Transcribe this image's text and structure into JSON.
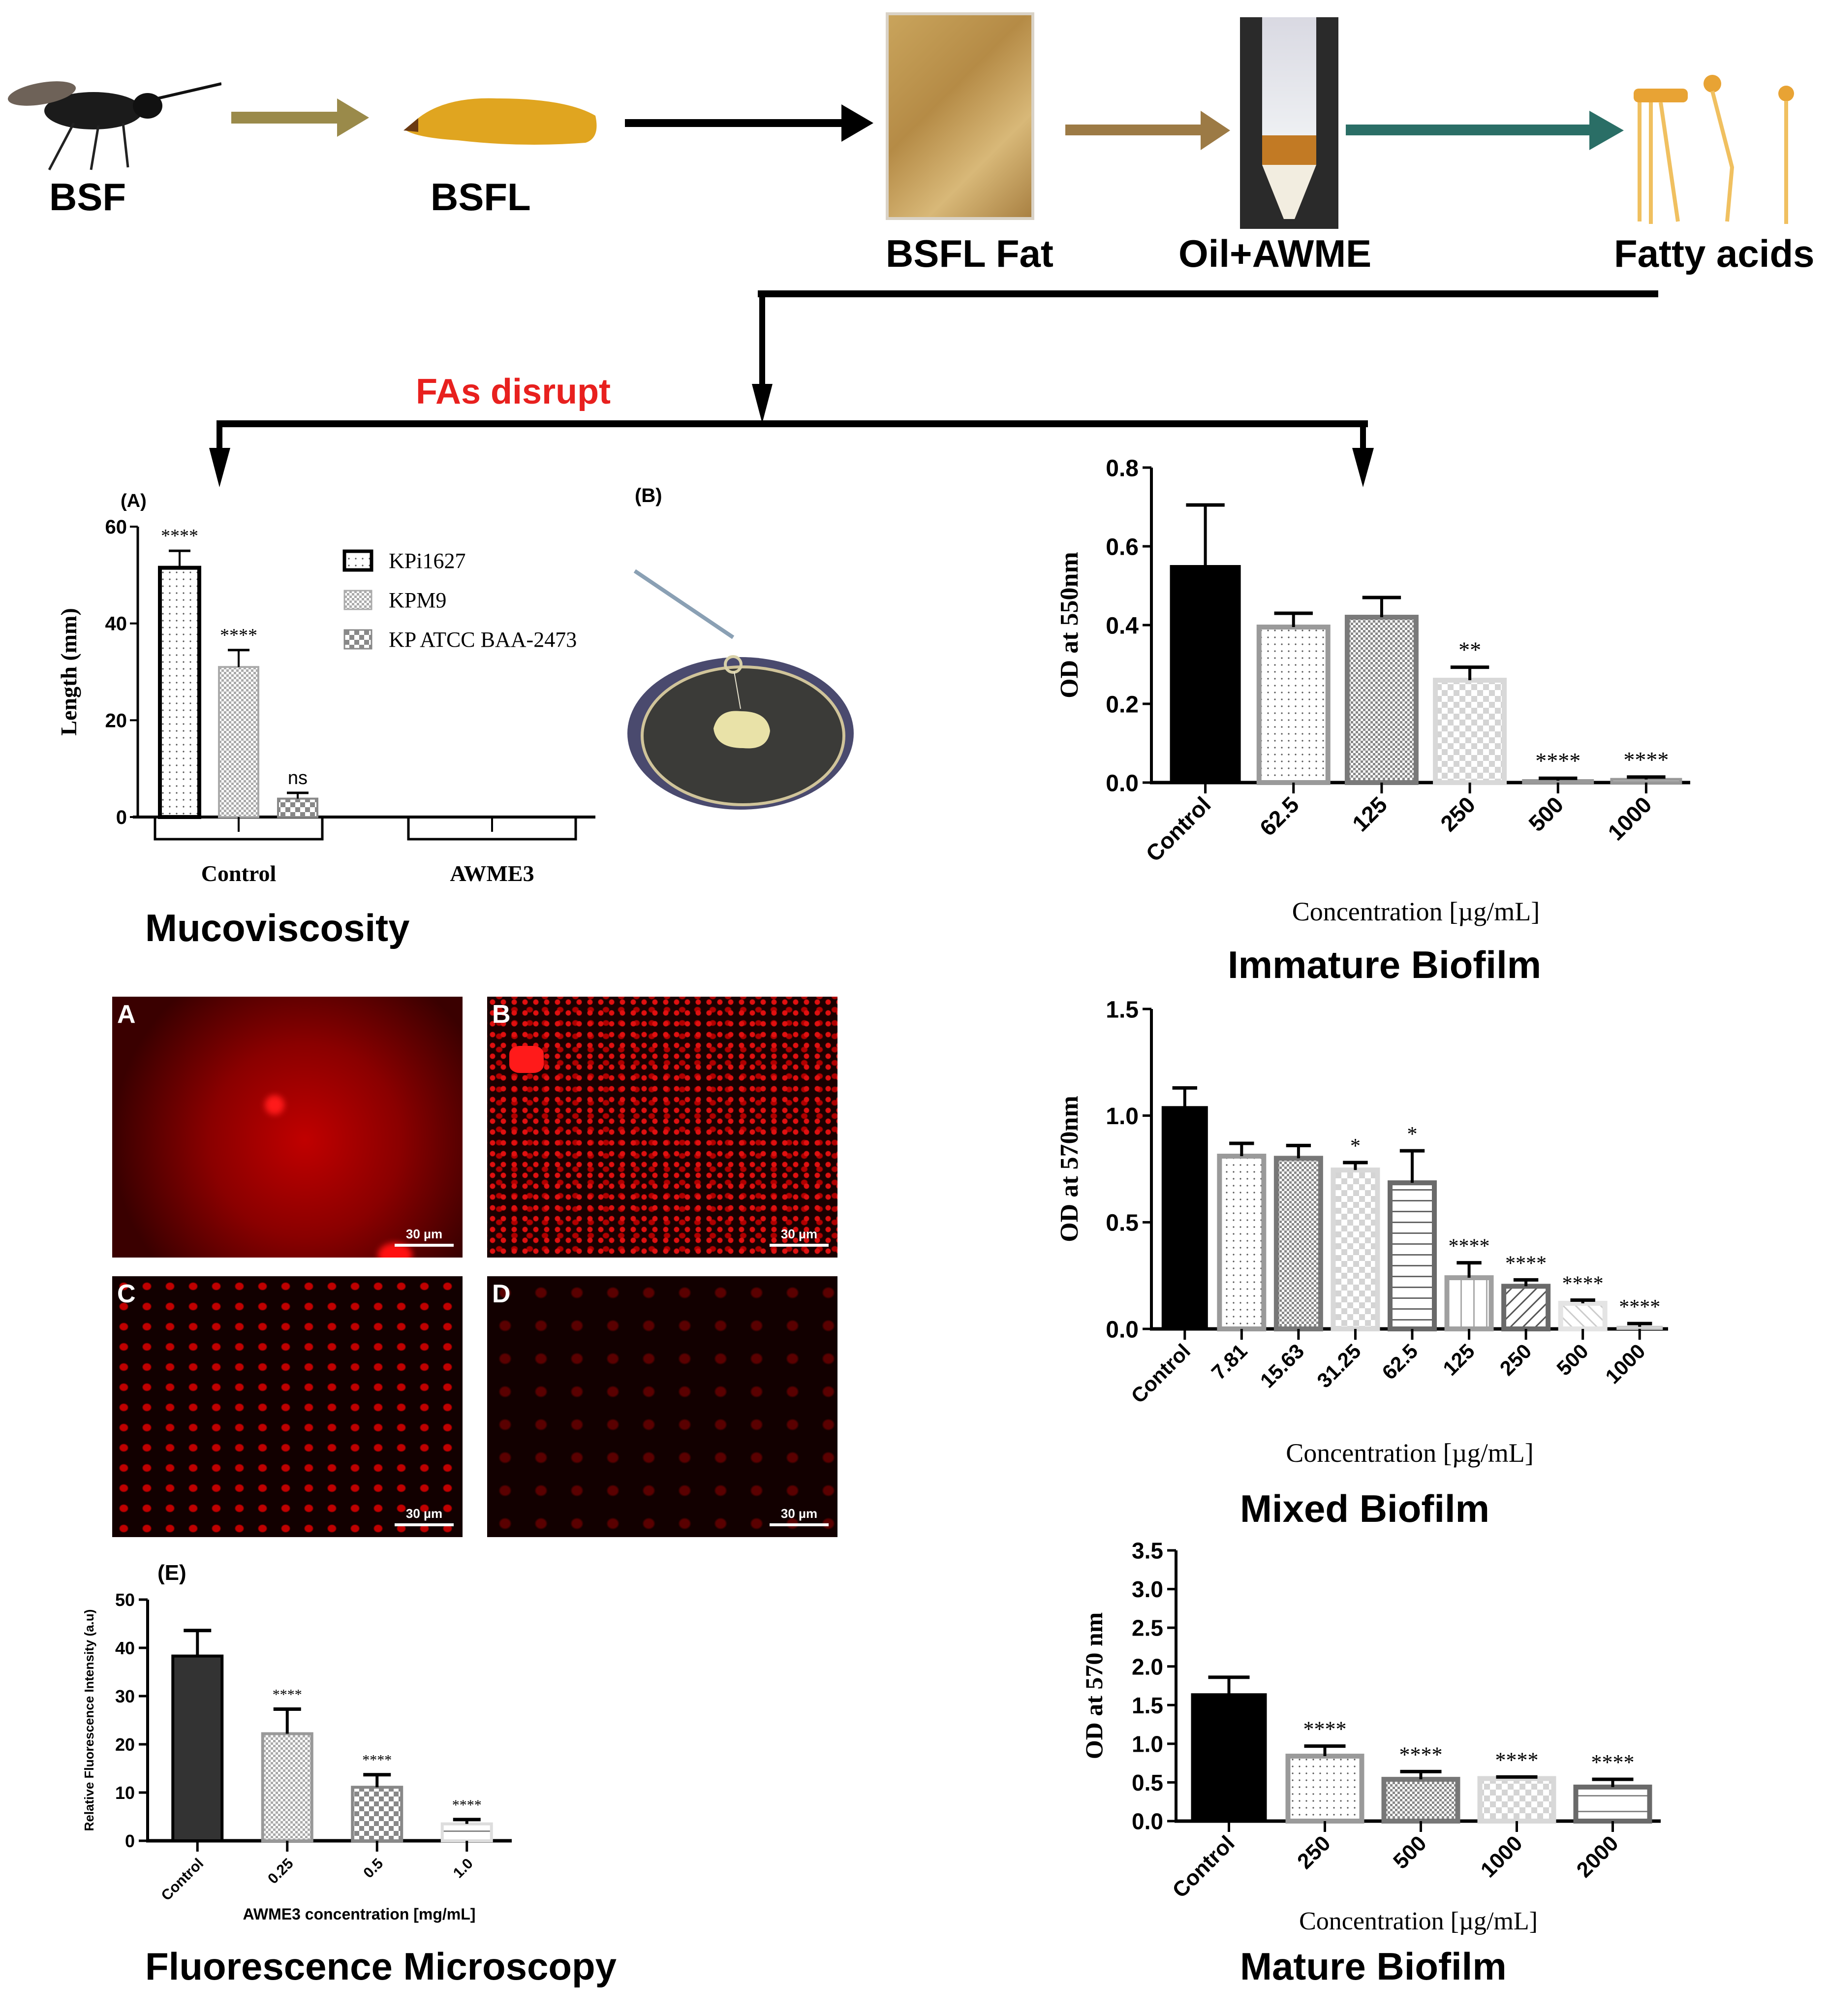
{
  "workflow": {
    "stages": [
      {
        "label": "BSF",
        "icon": "black-soldier-fly-icon"
      },
      {
        "label": "BSFL",
        "icon": "larva-icon"
      },
      {
        "label": "BSFL Fat",
        "icon": "fat-block-icon"
      },
      {
        "label": "Oil+AWME",
        "icon": "tube-icon"
      },
      {
        "label": "Fatty acids",
        "icon": "fatty-acid-icon"
      }
    ],
    "arrow_colors": [
      "#9a8a4a",
      "#000000",
      "#9c7a45",
      "#2a6e66"
    ],
    "disrupt_label": "FAs disrupt",
    "disrupt_color": "#e8201e"
  },
  "sections": {
    "mucoviscosity": "Mucoviscosity",
    "fluorescence": "Fluorescence Microscopy",
    "immature": "Immature Biofilm",
    "mixed": "Mixed Biofilm",
    "mature": "Mature Biofilm"
  },
  "string_test": {
    "panel_label": "(B)"
  },
  "micrographs": {
    "panels": [
      {
        "label": "A",
        "scale": "30 µm",
        "intensity": "diffuse"
      },
      {
        "label": "B",
        "scale": "30 µm",
        "intensity": "dense"
      },
      {
        "label": "C",
        "scale": "30 µm",
        "intensity": "sparse"
      },
      {
        "label": "D",
        "scale": "30 µm",
        "intensity": "faint"
      }
    ]
  },
  "chart_data": [
    {
      "id": "mucoviscosity",
      "type": "bar",
      "panel_label": "(A)",
      "title": "",
      "xlabel": "",
      "ylabel": "Length (mm)",
      "ylim": [
        0,
        60
      ],
      "yticks": [
        "0",
        "20",
        "40",
        "60"
      ],
      "categories": [
        "Control",
        "AWME3"
      ],
      "legend_position": "top-right",
      "series": [
        {
          "name": "KPi1627",
          "values": [
            51.5,
            0
          ],
          "errors": [
            3.5,
            0
          ],
          "sig": [
            "****",
            ""
          ]
        },
        {
          "name": "KPM9",
          "values": [
            31,
            0
          ],
          "errors": [
            3.5,
            0
          ],
          "sig": [
            "****",
            ""
          ]
        },
        {
          "name": "KP ATCC BAA-2473",
          "values": [
            3.8,
            0
          ],
          "errors": [
            1.2,
            0
          ],
          "sig": [
            "ns",
            ""
          ]
        }
      ]
    },
    {
      "id": "immature",
      "type": "bar",
      "title": "",
      "xlabel": "Concentration [µg/mL]",
      "ylabel": "OD at 550nm",
      "ylim": [
        0,
        0.8
      ],
      "yticks": [
        "0.0",
        "0.2",
        "0.4",
        "0.6",
        "0.8"
      ],
      "categories": [
        "Control",
        "62.5",
        "125",
        "250",
        "500",
        "1000"
      ],
      "values": [
        0.55,
        0.395,
        0.42,
        0.26,
        0.005,
        0.008
      ],
      "errors": [
        0.155,
        0.035,
        0.05,
        0.033,
        0.006,
        0.006
      ],
      "sig": [
        "",
        "",
        "",
        "**",
        "****",
        "****"
      ]
    },
    {
      "id": "mixed",
      "type": "bar",
      "title": "",
      "xlabel": "Concentration [µg/mL]",
      "ylabel": "OD at 570nm",
      "ylim": [
        0,
        1.5
      ],
      "yticks": [
        "0.0",
        "0.5",
        "1.0",
        "1.5"
      ],
      "categories": [
        "Control",
        "7.81",
        "15.63",
        "31.25",
        "62.5",
        "125",
        "250",
        "500",
        "1000"
      ],
      "values": [
        1.04,
        0.81,
        0.8,
        0.745,
        0.685,
        0.24,
        0.2,
        0.12,
        0.01
      ],
      "errors": [
        0.09,
        0.06,
        0.06,
        0.035,
        0.15,
        0.07,
        0.03,
        0.015,
        0.015
      ],
      "sig": [
        "",
        "",
        "",
        "*",
        "*",
        "****",
        "****",
        "****",
        "****"
      ]
    },
    {
      "id": "mature",
      "type": "bar",
      "title": "",
      "xlabel": "Concentration [µg/mL]",
      "ylabel": "OD at 570 nm",
      "ylim": [
        0,
        3.5
      ],
      "yticks": [
        "0.0",
        "0.5",
        "1.0",
        "1.5",
        "2.0",
        "2.5",
        "3.0",
        "3.5"
      ],
      "categories": [
        "Control",
        "250",
        "500",
        "1000",
        "2000"
      ],
      "values": [
        1.64,
        0.84,
        0.54,
        0.55,
        0.44
      ],
      "errors": [
        0.22,
        0.13,
        0.1,
        0.02,
        0.1
      ],
      "sig": [
        "",
        "****",
        "****",
        "****",
        "****"
      ]
    },
    {
      "id": "fluorescence",
      "type": "bar",
      "panel_label": "(E)",
      "title": "",
      "xlabel": "AWME3 concentration [mg/mL]",
      "ylabel": "Relative Fluorescence Intensity (a.u)",
      "ylim": [
        0,
        50
      ],
      "yticks": [
        "0",
        "10",
        "20",
        "30",
        "40",
        "50"
      ],
      "categories": [
        "Control",
        "0.25",
        "0.5",
        "1.0"
      ],
      "values": [
        38.3,
        22.2,
        11.1,
        3.5
      ],
      "errors": [
        5.3,
        5.1,
        2.6,
        0.9
      ],
      "sig": [
        "",
        "****",
        "****",
        "****"
      ]
    }
  ]
}
